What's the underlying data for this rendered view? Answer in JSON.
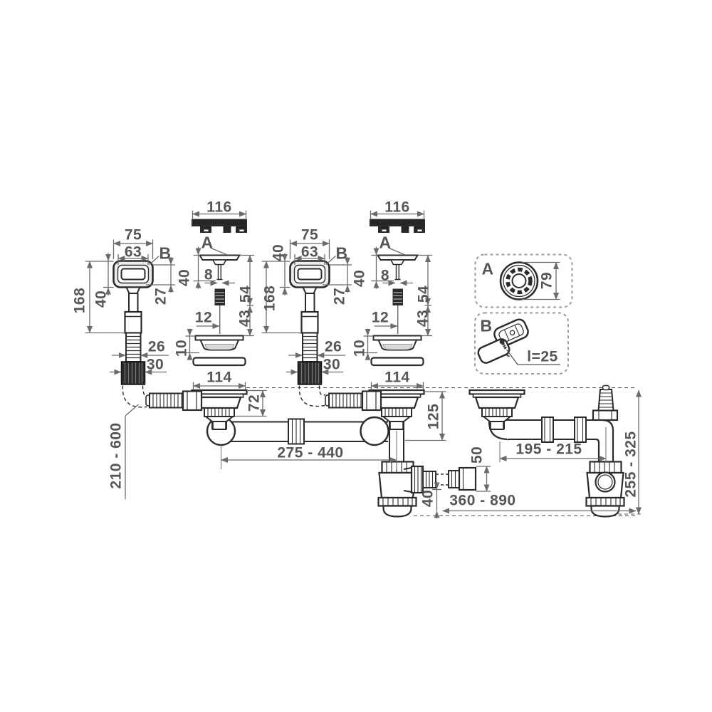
{
  "palette": {
    "line": "#2b2b2b",
    "dim_line": "#6a6b6e",
    "text": "#55565a",
    "dark_fill": "#2c2c2c",
    "shade": "#d9d9d9",
    "box_border": "#9a9b9e"
  },
  "assembly1": {
    "overflow_unit": {
      "outer_width": "75",
      "inner_width": "63",
      "detail_ref": "B",
      "head_height": "40",
      "head_depth": "27",
      "tube_length": "168",
      "hose_diameter": "26",
      "nut_diameter": "30"
    },
    "drain_unit": {
      "cover_width": "116",
      "detail_ref": "A",
      "flange_height": "40",
      "pin_diameter": "8",
      "screw_length": "12",
      "height_inner": "43",
      "height_outer": "54",
      "basket_height": "10",
      "flange_width": "114"
    }
  },
  "assembly2": {
    "overflow_unit": {
      "outer_width": "75",
      "inner_width": "63",
      "detail_ref": "B",
      "head_height": "40",
      "head_depth": "27",
      "tube_length": "168",
      "hose_diameter": "26",
      "nut_diameter": "30"
    },
    "drain_unit": {
      "cover_width": "116",
      "detail_ref": "A",
      "flange_height": "40",
      "pin_diameter": "8",
      "screw_length": "12",
      "height_inner": "43",
      "height_outer": "54",
      "basket_height": "10",
      "flange_width": "114"
    }
  },
  "detail_boxes": {
    "a": {
      "label": "A",
      "cover_diameter": "79"
    },
    "b": {
      "label": "B",
      "screw_length": "l=25"
    }
  },
  "piping": {
    "overflow_hose_length": "210 - 600",
    "left_trap_height": "72",
    "pipe_span": "275 - 440",
    "center_trap_height": "125",
    "outlet_diameter": "50",
    "outlet_offset": "40",
    "outlet_hose_length": "360 - 890",
    "right_pipe_span": "195 - 215",
    "right_height_range": "255 - 325"
  }
}
